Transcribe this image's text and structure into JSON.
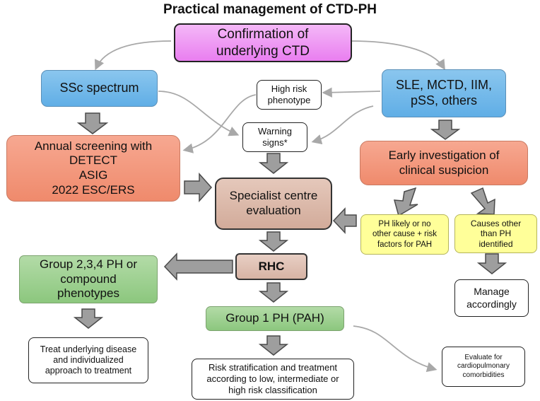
{
  "title": "Practical management of CTD-PH",
  "nodes": {
    "confirmation": [
      "Confirmation of",
      "underlying CTD"
    ],
    "ssc": [
      "SSc spectrum"
    ],
    "sle": [
      "SLE, MCTD, IIM,",
      "pSS, others"
    ],
    "high_risk": [
      "High risk",
      "phenotype"
    ],
    "warning": [
      "Warning",
      "signs*"
    ],
    "annual": [
      "Annual screening with",
      "DETECT",
      "ASIG",
      "2022 ESC/ERS"
    ],
    "early": [
      "Early investigation of",
      "clinical suspicion"
    ],
    "specialist": [
      "Specialist centre",
      "evaluation"
    ],
    "ph_likely": [
      "PH likely or no",
      "other cause + risk",
      "factors for PAH"
    ],
    "causes_other": [
      "Causes other",
      "than PH",
      "identified"
    ],
    "manage": [
      "Manage",
      "accordingly"
    ],
    "rhc": [
      "RHC"
    ],
    "group234": [
      "Group 2,3,4 PH or",
      "compound",
      "phenotypes"
    ],
    "group1": [
      "Group 1 PH (PAH)"
    ],
    "treat": [
      "Treat underlying disease",
      "and individualized",
      "approach to treatment"
    ],
    "risk": [
      "Risk stratification and treatment",
      "according to low, intermediate or",
      "high risk classification"
    ],
    "evaluate": [
      "Evaluate for",
      "cardiopulmonary",
      "comorbidities"
    ]
  },
  "colors": {
    "pink": "#ee8ff3",
    "blue": "#6fb6ea",
    "salmon": "#f29378",
    "tan": "#dbb8a9",
    "green": "#96cc88",
    "yellow": "#ffff99",
    "arrow_fill": "#9e9e9e",
    "connector": "#a8a8a8"
  }
}
